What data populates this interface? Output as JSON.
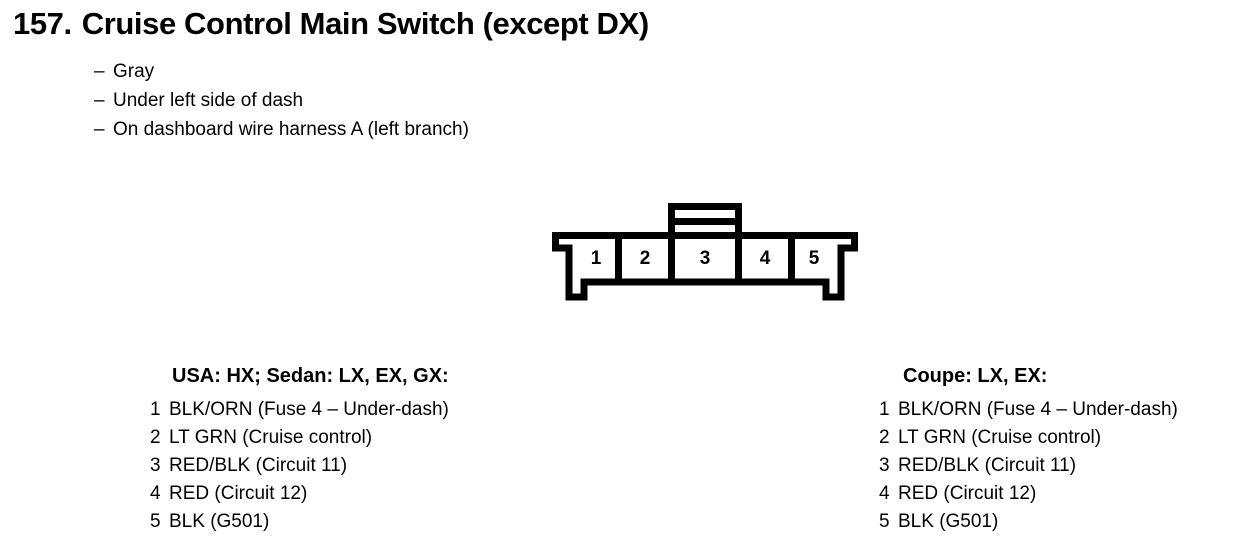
{
  "title": {
    "number": "157.",
    "text": "Cruise Control Main Switch (except DX)"
  },
  "notes": {
    "dash": "–",
    "items": [
      "Gray",
      "Under left side of dash",
      "On dashboard wire harness A (left branch)"
    ]
  },
  "connector": {
    "name": "5-pin connector",
    "pin_count": 5,
    "pin_labels": [
      "1",
      "2",
      "3",
      "4",
      "5"
    ],
    "latch_tab": "above pin 3",
    "outline_color": "#000000"
  },
  "columns": [
    {
      "heading": "USA: HX; Sedan: LX, EX, GX:",
      "pins": [
        {
          "no": "1",
          "text": "BLK/ORN (Fuse 4 – Under-dash)"
        },
        {
          "no": "2",
          "text": "LT GRN (Cruise control)"
        },
        {
          "no": "3",
          "text": "RED/BLK (Circuit 11)"
        },
        {
          "no": "4",
          "text": "RED (Circuit 12)"
        },
        {
          "no": "5",
          "text": "BLK (G501)"
        }
      ]
    },
    {
      "heading": "Coupe: LX, EX:",
      "pins": [
        {
          "no": "1",
          "text": "BLK/ORN (Fuse 4 – Under-dash)"
        },
        {
          "no": "2",
          "text": "LT GRN (Cruise control)"
        },
        {
          "no": "3",
          "text": "RED/BLK (Circuit 11)"
        },
        {
          "no": "4",
          "text": "RED (Circuit 12)"
        },
        {
          "no": "5",
          "text": "BLK (G501)"
        }
      ]
    }
  ]
}
